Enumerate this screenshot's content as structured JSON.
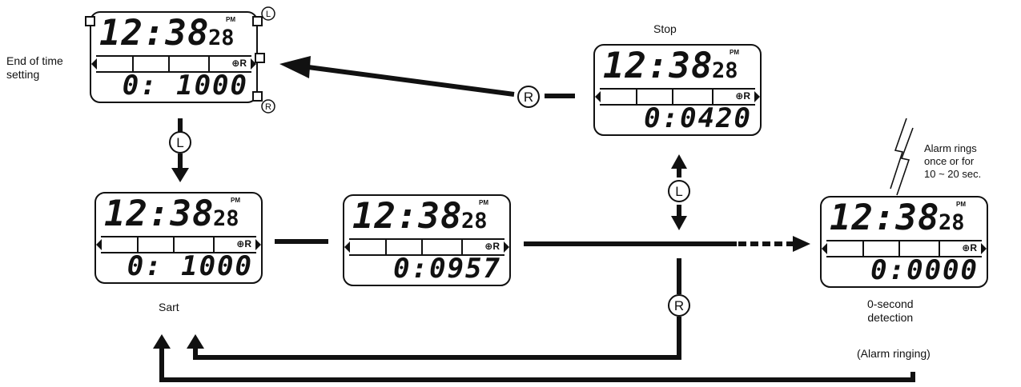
{
  "labels": {
    "end_of_time_setting": "End of time\nsetting",
    "stop": "Stop",
    "start": "Sart",
    "alarm_rings": "Alarm rings\nonce or for\n10 ~ 20 sec.",
    "zero_second_detection": "0-second\ndetection",
    "alarm_ringing": "(Alarm ringing)"
  },
  "buttons": {
    "left": "L",
    "right": "R"
  },
  "watches": [
    {
      "id": "end-setting",
      "time": "12:38",
      "seconds": "28",
      "pm": "PM",
      "timer": "0: 1000",
      "alarm_mark": "⊕R"
    },
    {
      "id": "stop",
      "time": "12:38",
      "seconds": "28",
      "pm": "PM",
      "timer": "0:0420",
      "alarm_mark": "⊕R"
    },
    {
      "id": "start",
      "time": "12:38",
      "seconds": "28",
      "pm": "PM",
      "timer": "0: 1000",
      "alarm_mark": "⊕R"
    },
    {
      "id": "running",
      "time": "12:38",
      "seconds": "28",
      "pm": "PM",
      "timer": "0:0957",
      "alarm_mark": "⊕R"
    },
    {
      "id": "zero",
      "time": "12:38",
      "seconds": "28",
      "pm": "PM",
      "timer": "0:0000",
      "alarm_mark": "⊕R"
    }
  ]
}
